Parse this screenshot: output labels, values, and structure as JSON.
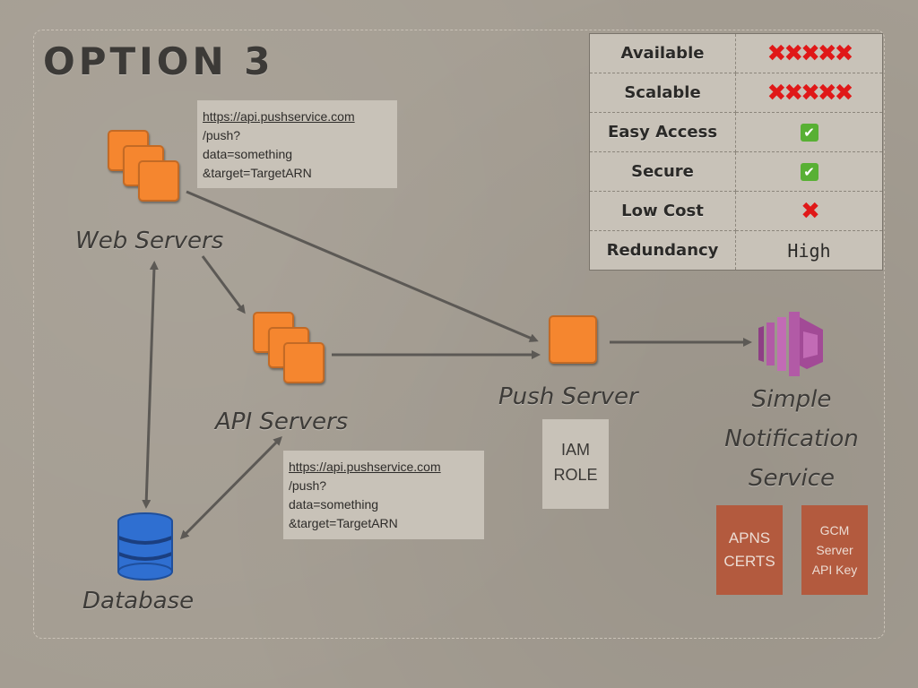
{
  "title": "OPTION 3",
  "nodes": {
    "web_servers": "Web Servers",
    "api_servers": "API Servers",
    "push_server": "Push Server",
    "database": "Database",
    "sns": [
      "Simple",
      "Notification",
      "Service"
    ]
  },
  "url_box_web": {
    "link": "https://api.pushservice.com",
    "lines": [
      "/push?",
      "data=something",
      "&target=TargetARN"
    ]
  },
  "url_box_api": {
    "link": "https://api.pushservice.com",
    "lines": [
      "/push?",
      "data=something",
      "&target=TargetARN"
    ]
  },
  "iam_role": [
    "IAM",
    "ROLE"
  ],
  "apns_certs": [
    "APNS",
    "CERTS"
  ],
  "gcm_key": [
    "GCM",
    "Server",
    "API Key"
  ],
  "criteria_table": {
    "rows": [
      {
        "criterion": "Available",
        "value_type": "cross",
        "count": 5
      },
      {
        "criterion": "Scalable",
        "value_type": "cross",
        "count": 5
      },
      {
        "criterion": "Easy Access",
        "value_type": "check",
        "count": 1
      },
      {
        "criterion": "Secure",
        "value_type": "check",
        "count": 1
      },
      {
        "criterion": "Low Cost",
        "value_type": "cross",
        "count": 1
      },
      {
        "criterion": "Redundancy",
        "value_type": "text",
        "value": "High"
      }
    ]
  },
  "colors": {
    "server_orange": "#f5862f",
    "database_blue": "#2f6fd1",
    "sns_purple": "#b25aa6",
    "cross_red": "#e01818",
    "check_green": "#58b034",
    "cert_box": "#b35a3e"
  },
  "icons": {
    "web_servers": "server-stack-icon",
    "api_servers": "server-stack-icon",
    "push_server": "server-icon",
    "database": "database-icon",
    "sns": "sns-icon"
  }
}
